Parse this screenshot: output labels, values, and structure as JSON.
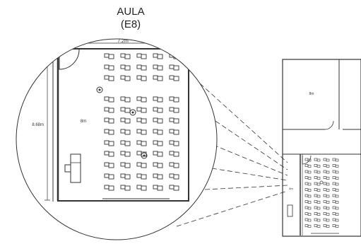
{
  "title": "AULA",
  "subtitle": "(E8)",
  "dims": {
    "width": "7.2m",
    "height": "8.68m"
  },
  "zoom_label": "8m",
  "plan_label_upper": "8m",
  "plan_label_small": "8m",
  "colors": {
    "line": "#333333",
    "paper": "#ffffff"
  }
}
